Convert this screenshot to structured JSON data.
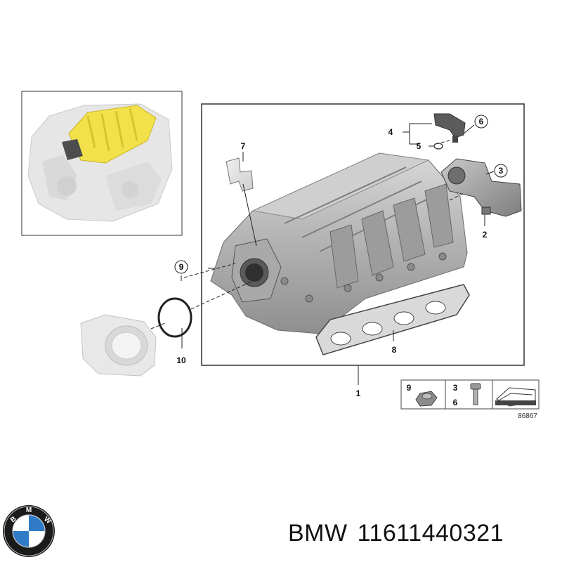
{
  "callouts": {
    "c1": "1",
    "c2": "2",
    "c3": "3",
    "c4": "4",
    "c5": "5",
    "c6": "6",
    "c7": "7",
    "c8": "8",
    "c9": "9",
    "c10": "10"
  },
  "legend": {
    "item_9": "9",
    "item_3": "3",
    "item_6": "6"
  },
  "diagram_id": "86867",
  "footer": {
    "brand": "BMW",
    "part_number": "11611440321"
  },
  "colors": {
    "highlight": "#f2e14a",
    "part_grey": "#b9b9b9",
    "line": "#222222"
  },
  "logo": {
    "letters": "BMW",
    "blue": "#2f7bc6"
  }
}
